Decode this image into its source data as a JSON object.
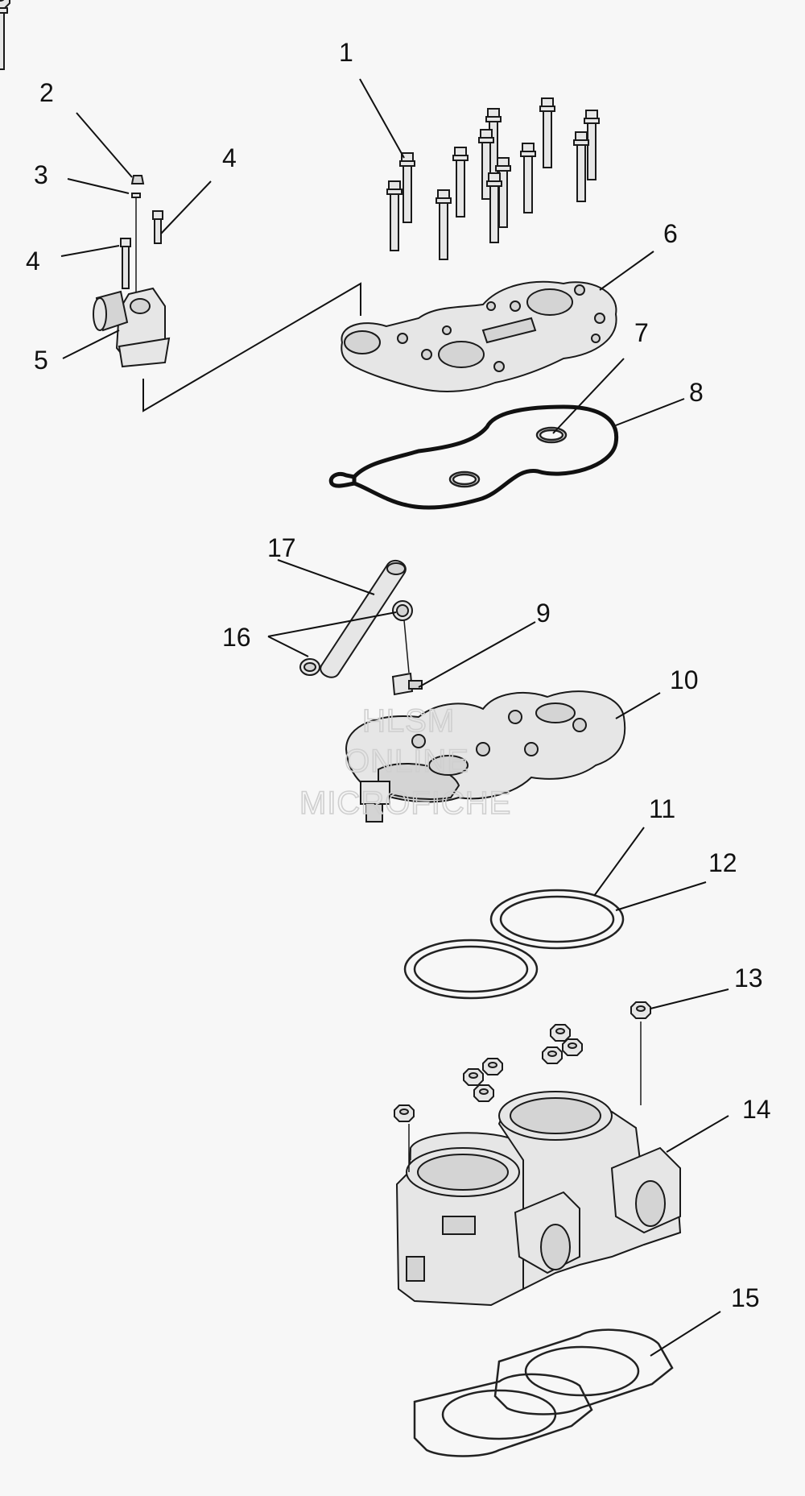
{
  "watermark": {
    "line1": "HLSM",
    "line2": "ONLINE",
    "line3": "MICROFICHE"
  },
  "callouts": [
    {
      "id": "c1a",
      "label": "1"
    },
    {
      "id": "c2",
      "label": "2"
    },
    {
      "id": "c3",
      "label": "3"
    },
    {
      "id": "c4a",
      "label": "4"
    },
    {
      "id": "c4b",
      "label": "4"
    },
    {
      "id": "c5",
      "label": "5"
    },
    {
      "id": "c6",
      "label": "6"
    },
    {
      "id": "c7",
      "label": "7"
    },
    {
      "id": "c8",
      "label": "8"
    },
    {
      "id": "c9",
      "label": "9"
    },
    {
      "id": "c10",
      "label": "10"
    },
    {
      "id": "c11",
      "label": "11"
    },
    {
      "id": "c12",
      "label": "12"
    },
    {
      "id": "c13",
      "label": "13"
    },
    {
      "id": "c14",
      "label": "14"
    },
    {
      "id": "c15",
      "label": "15"
    },
    {
      "id": "c16",
      "label": "16"
    },
    {
      "id": "c17",
      "label": "17"
    }
  ]
}
